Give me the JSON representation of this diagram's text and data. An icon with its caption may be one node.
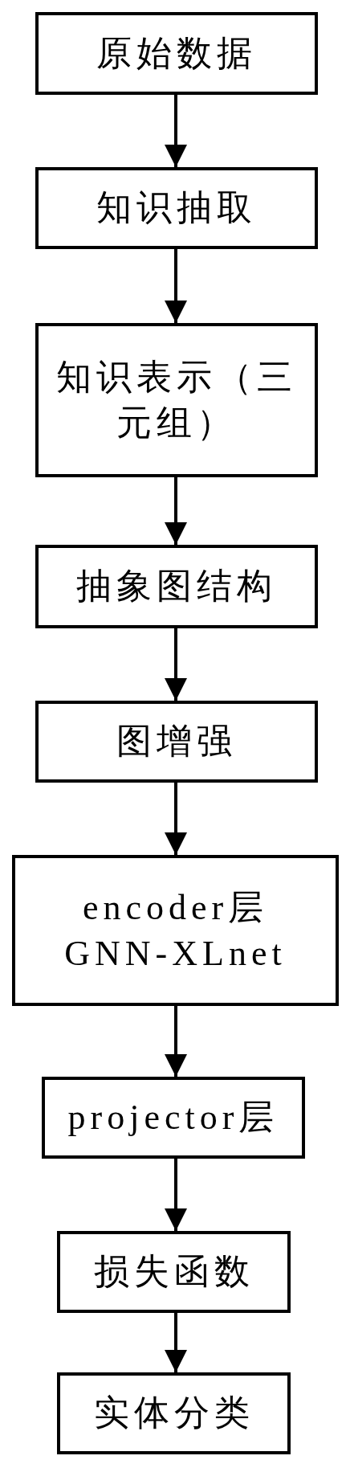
{
  "diagram": {
    "nodes": [
      {
        "text": [
          "原始数据"
        ]
      },
      {
        "text": [
          "知识抽取"
        ]
      },
      {
        "text": [
          "知识表示（三元组）"
        ]
      },
      {
        "text": [
          "抽象图结构"
        ]
      },
      {
        "text": [
          "图增强"
        ]
      },
      {
        "text": [
          "encoder层 GNN-XLnet"
        ]
      },
      {
        "text": [
          "projector层"
        ]
      },
      {
        "text": [
          "损失函数"
        ]
      },
      {
        "text": [
          "实体分类"
        ]
      }
    ],
    "edges": [
      {
        "from": 0,
        "to": 1,
        "arrow": "to"
      },
      {
        "from": 1,
        "to": 2,
        "arrow": "to"
      },
      {
        "from": 2,
        "to": 3,
        "arrow": "to"
      },
      {
        "from": 3,
        "to": 4,
        "arrow": "to"
      },
      {
        "from": 4,
        "to": 5,
        "arrow": "to"
      },
      {
        "from": 5,
        "to": 6,
        "arrow": "to"
      },
      {
        "from": 6,
        "to": 7,
        "arrow": "to"
      },
      {
        "from": 7,
        "to": 8,
        "arrow": "to"
      }
    ]
  }
}
